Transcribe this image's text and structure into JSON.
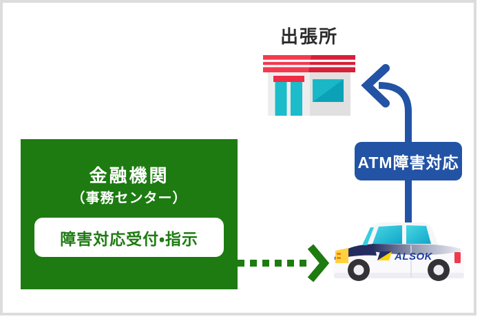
{
  "branch": {
    "label": "出張所"
  },
  "institution": {
    "title": "金融機関",
    "subtitle": "（事務センター）",
    "action_label": "障害対応受付・指示"
  },
  "flow": {
    "atm_response_label": "ATM障害対応"
  },
  "car": {
    "brand": "ALSOK"
  },
  "colors": {
    "green": "#1d7b11",
    "blue": "#2253a5",
    "frame_border": "#dcdcdc",
    "awning_red": "#f23a50",
    "awning_red_dark": "#d6203a",
    "door_header_red": "#ee2c45",
    "teal_door": "#1cbccb",
    "teal_window": "#0ba2b8",
    "alsok_navy": "#232c6b",
    "alsok_yellow": "#ffd400",
    "taillight_red": "#ee3a4e"
  }
}
